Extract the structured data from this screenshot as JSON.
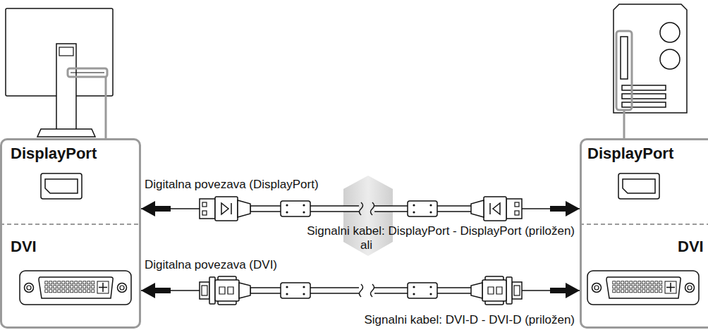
{
  "diagram": {
    "nodes": [
      {
        "text": [
          "DisplayPort",
          "DVI"
        ]
      },
      {
        "text": [
          "DisplayPort",
          "DVI"
        ]
      }
    ],
    "edges": [
      {
        "from": 0,
        "to": 1,
        "arrow": "both",
        "label": "Digitalna povezava (DisplayPort)"
      },
      {
        "from": 0,
        "to": 1,
        "arrow": "both",
        "label": "Digitalna povezava (DVI)"
      }
    ],
    "labels": [
      "Signalni kabel: DisplayPort - DisplayPort (priložen)",
      "ali",
      "Signalni kabel: DVI-D - DVI-D (priložen)"
    ]
  }
}
